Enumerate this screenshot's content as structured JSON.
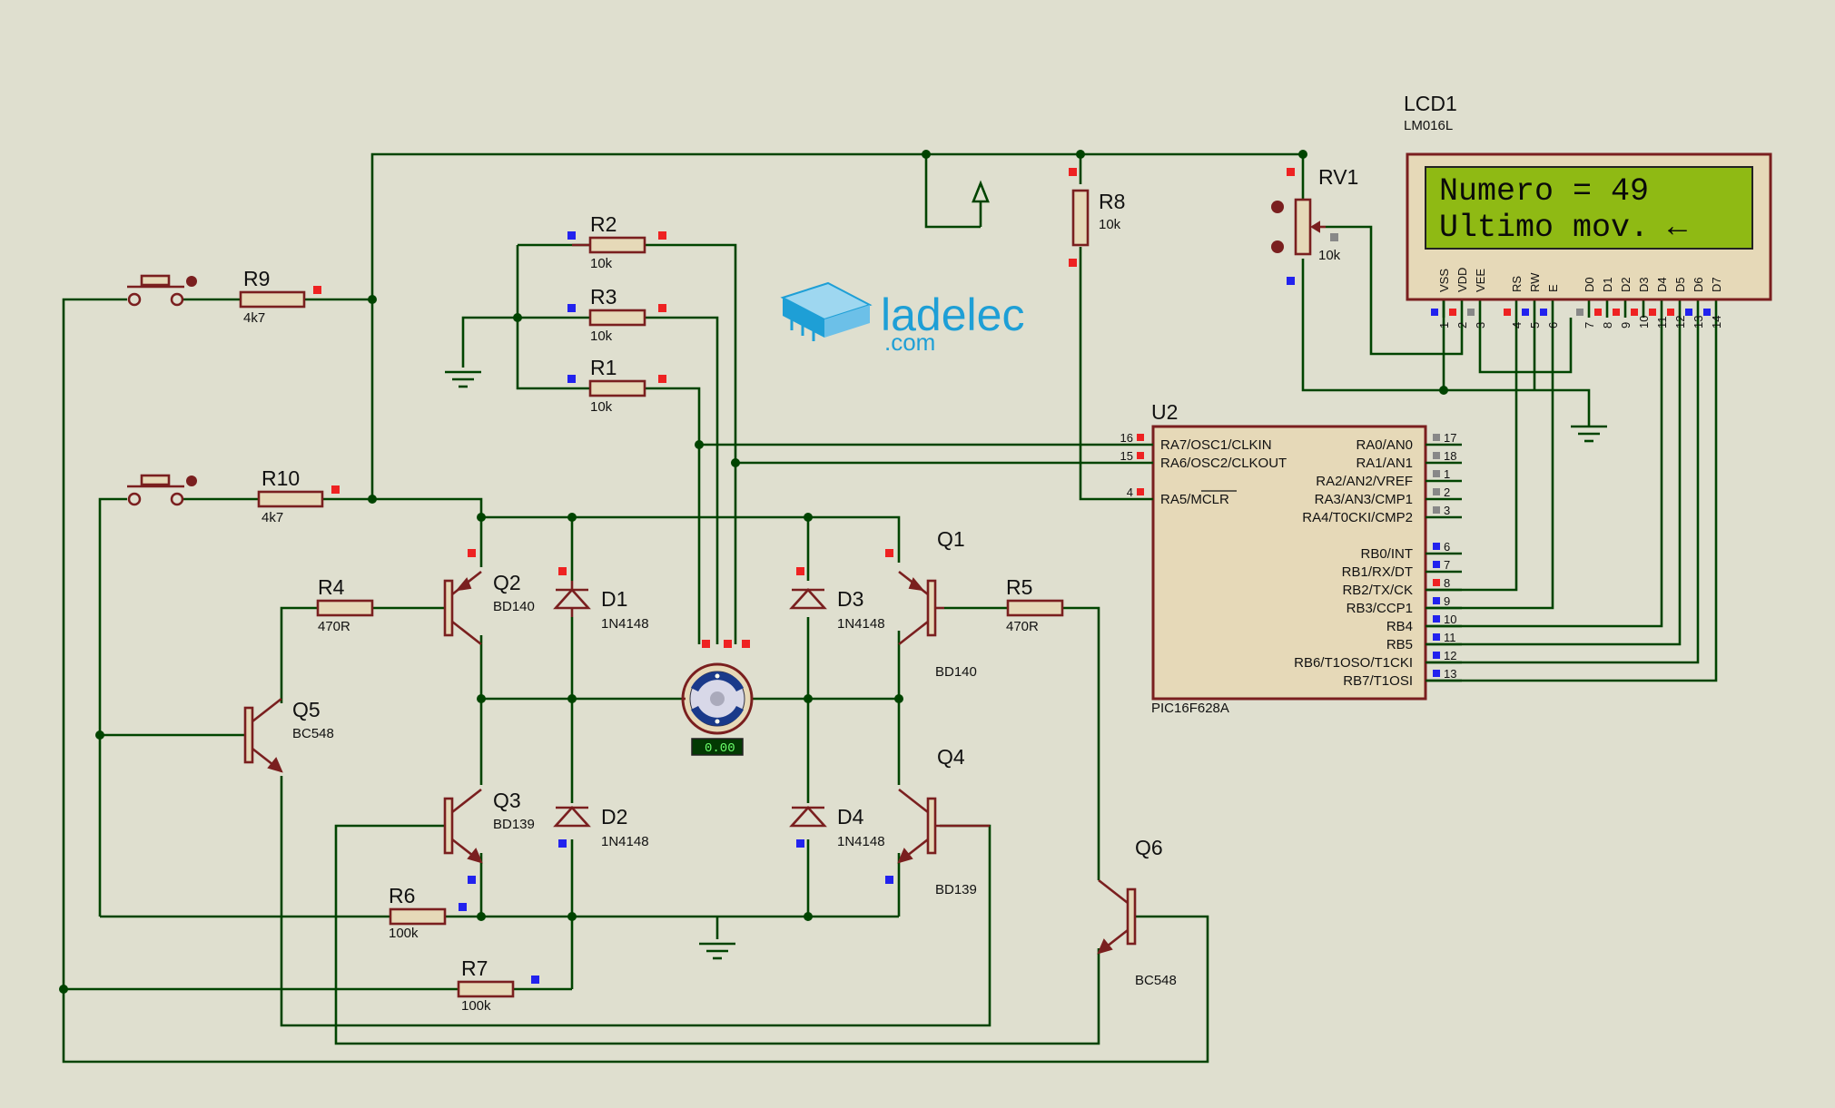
{
  "logo": {
    "name": "ladelec",
    "domain": ".com"
  },
  "lcd": {
    "ref": "LCD1",
    "model": "LM016L",
    "line1": "Numero = 49",
    "line2": "Ultimo mov. ←",
    "pins": [
      {
        "name": "VSS",
        "num": "1"
      },
      {
        "name": "VDD",
        "num": "2"
      },
      {
        "name": "VEE",
        "num": "3"
      },
      {
        "name": "RS",
        "num": "4"
      },
      {
        "name": "RW",
        "num": "5"
      },
      {
        "name": "E",
        "num": "6"
      },
      {
        "name": "D0",
        "num": "7"
      },
      {
        "name": "D1",
        "num": "8"
      },
      {
        "name": "D2",
        "num": "9"
      },
      {
        "name": "D3",
        "num": "10"
      },
      {
        "name": "D4",
        "num": "11"
      },
      {
        "name": "D5",
        "num": "12"
      },
      {
        "name": "D6",
        "num": "13"
      },
      {
        "name": "D7",
        "num": "14"
      }
    ]
  },
  "mcu": {
    "ref": "U2",
    "model": "PIC16F628A",
    "left_pins": [
      {
        "name": "RA7/OSC1/CLKIN",
        "num": "16"
      },
      {
        "name": "RA6/OSC2/CLKOUT",
        "num": "15"
      },
      {
        "name": "RA5/MCLR",
        "num": "4"
      }
    ],
    "right_pins": [
      {
        "name": "RA0/AN0",
        "num": "17"
      },
      {
        "name": "RA1/AN1",
        "num": "18"
      },
      {
        "name": "RA2/AN2/VREF",
        "num": "1"
      },
      {
        "name": "RA3/AN3/CMP1",
        "num": "2"
      },
      {
        "name": "RA4/T0CKI/CMP2",
        "num": "3"
      },
      {
        "name": "RB0/INT",
        "num": "6"
      },
      {
        "name": "RB1/RX/DT",
        "num": "7"
      },
      {
        "name": "RB2/TX/CK",
        "num": "8"
      },
      {
        "name": "RB3/CCP1",
        "num": "9"
      },
      {
        "name": "RB4",
        "num": "10"
      },
      {
        "name": "RB5",
        "num": "11"
      },
      {
        "name": "RB6/T1OSO/T1CKI",
        "num": "12"
      },
      {
        "name": "RB7/T1OSI",
        "num": "13"
      }
    ]
  },
  "resistors": {
    "r1": {
      "ref": "R1",
      "value": "10k"
    },
    "r2": {
      "ref": "R2",
      "value": "10k"
    },
    "r3": {
      "ref": "R3",
      "value": "10k"
    },
    "r4": {
      "ref": "R4",
      "value": "470R"
    },
    "r5": {
      "ref": "R5",
      "value": "470R"
    },
    "r6": {
      "ref": "R6",
      "value": "100k"
    },
    "r7": {
      "ref": "R7",
      "value": "100k"
    },
    "r8": {
      "ref": "R8",
      "value": "10k"
    },
    "r9": {
      "ref": "R9",
      "value": "4k7"
    },
    "r10": {
      "ref": "R10",
      "value": "4k7"
    }
  },
  "pot": {
    "ref": "RV1",
    "value": "10k"
  },
  "transistors": {
    "q1": {
      "ref": "Q1",
      "model": "BD140"
    },
    "q2": {
      "ref": "Q2",
      "model": "BD140"
    },
    "q3": {
      "ref": "Q3",
      "model": "BD139"
    },
    "q4": {
      "ref": "Q4",
      "model": "BD139"
    },
    "q5": {
      "ref": "Q5",
      "model": "BC548"
    },
    "q6": {
      "ref": "Q6",
      "model": "BC548"
    }
  },
  "diodes": {
    "d1": {
      "ref": "D1",
      "model": "1N4148"
    },
    "d2": {
      "ref": "D2",
      "model": "1N4148"
    },
    "d3": {
      "ref": "D3",
      "model": "1N4148"
    },
    "d4": {
      "ref": "D4",
      "model": "1N4148"
    }
  },
  "motor": {
    "readout": "0.00"
  }
}
